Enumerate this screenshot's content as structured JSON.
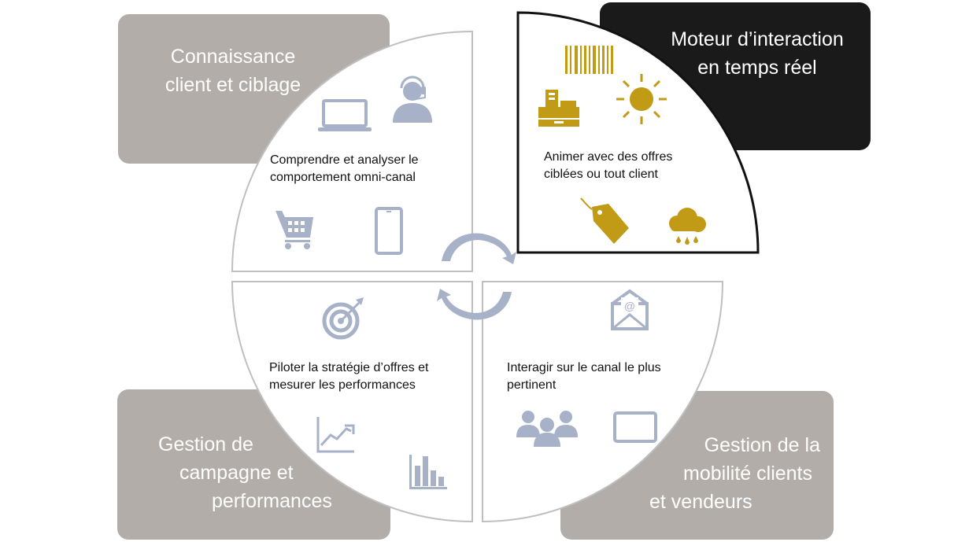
{
  "boxes": {
    "top_left": {
      "lines": [
        "Connaissance",
        "client et ciblage"
      ]
    },
    "top_right": {
      "lines": [
        "Moteur d’interaction",
        "en temps réel"
      ]
    },
    "bottom_left": {
      "lines": [
        "Gestion de",
        "campagne et",
        "performances"
      ]
    },
    "bottom_right": {
      "lines": [
        "Gestion de la",
        "mobilité clients",
        "et vendeurs"
      ]
    }
  },
  "quadrants": {
    "top_left": {
      "lines": [
        "Comprendre et analyser le",
        "comportement omni-canal"
      ],
      "icons": [
        "laptop-icon",
        "headset-agent-icon",
        "shopping-cart-icon",
        "smartphone-icon"
      ]
    },
    "top_right": {
      "lines": [
        "Animer avec des offres",
        "ciblées ou tout client"
      ],
      "icons": [
        "barcode-icon",
        "cash-register-icon",
        "sun-icon",
        "price-tag-icon",
        "rain-cloud-icon"
      ]
    },
    "bottom_left": {
      "lines": [
        "Piloter la stratégie d’offres et",
        "mesurer les performances"
      ],
      "icons": [
        "target-icon",
        "line-chart-icon",
        "bar-chart-icon"
      ]
    },
    "bottom_right": {
      "lines": [
        "Interagir sur le canal le plus",
        "pertinent"
      ],
      "icons": [
        "email-envelope-icon",
        "people-group-icon",
        "tablet-icon"
      ]
    }
  },
  "colors": {
    "box_gray": "#b3adaa",
    "box_dark": "#1a1a1a",
    "gold": "#c19a16",
    "icon_blue": "#a7b1c8",
    "outline": "#bfbfbf"
  }
}
